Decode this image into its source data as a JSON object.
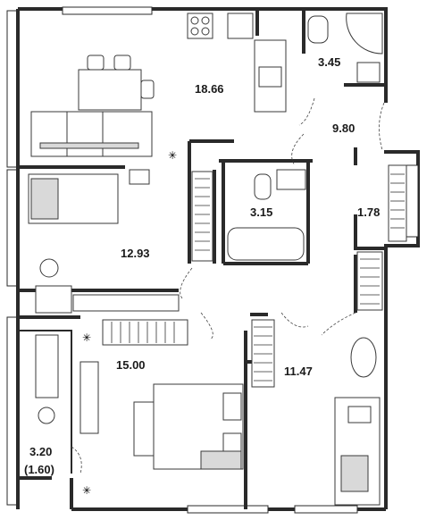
{
  "rooms": {
    "living_kitchen": "18.66",
    "wc_small": "3.45",
    "hall": "9.80",
    "bathroom": "3.15",
    "closet": "1.78",
    "bedroom_left": "12.93",
    "bedroom_center": "15.00",
    "bedroom_right": "11.47",
    "balcony_area": "3.20",
    "balcony_reduced": "(1.60)"
  }
}
